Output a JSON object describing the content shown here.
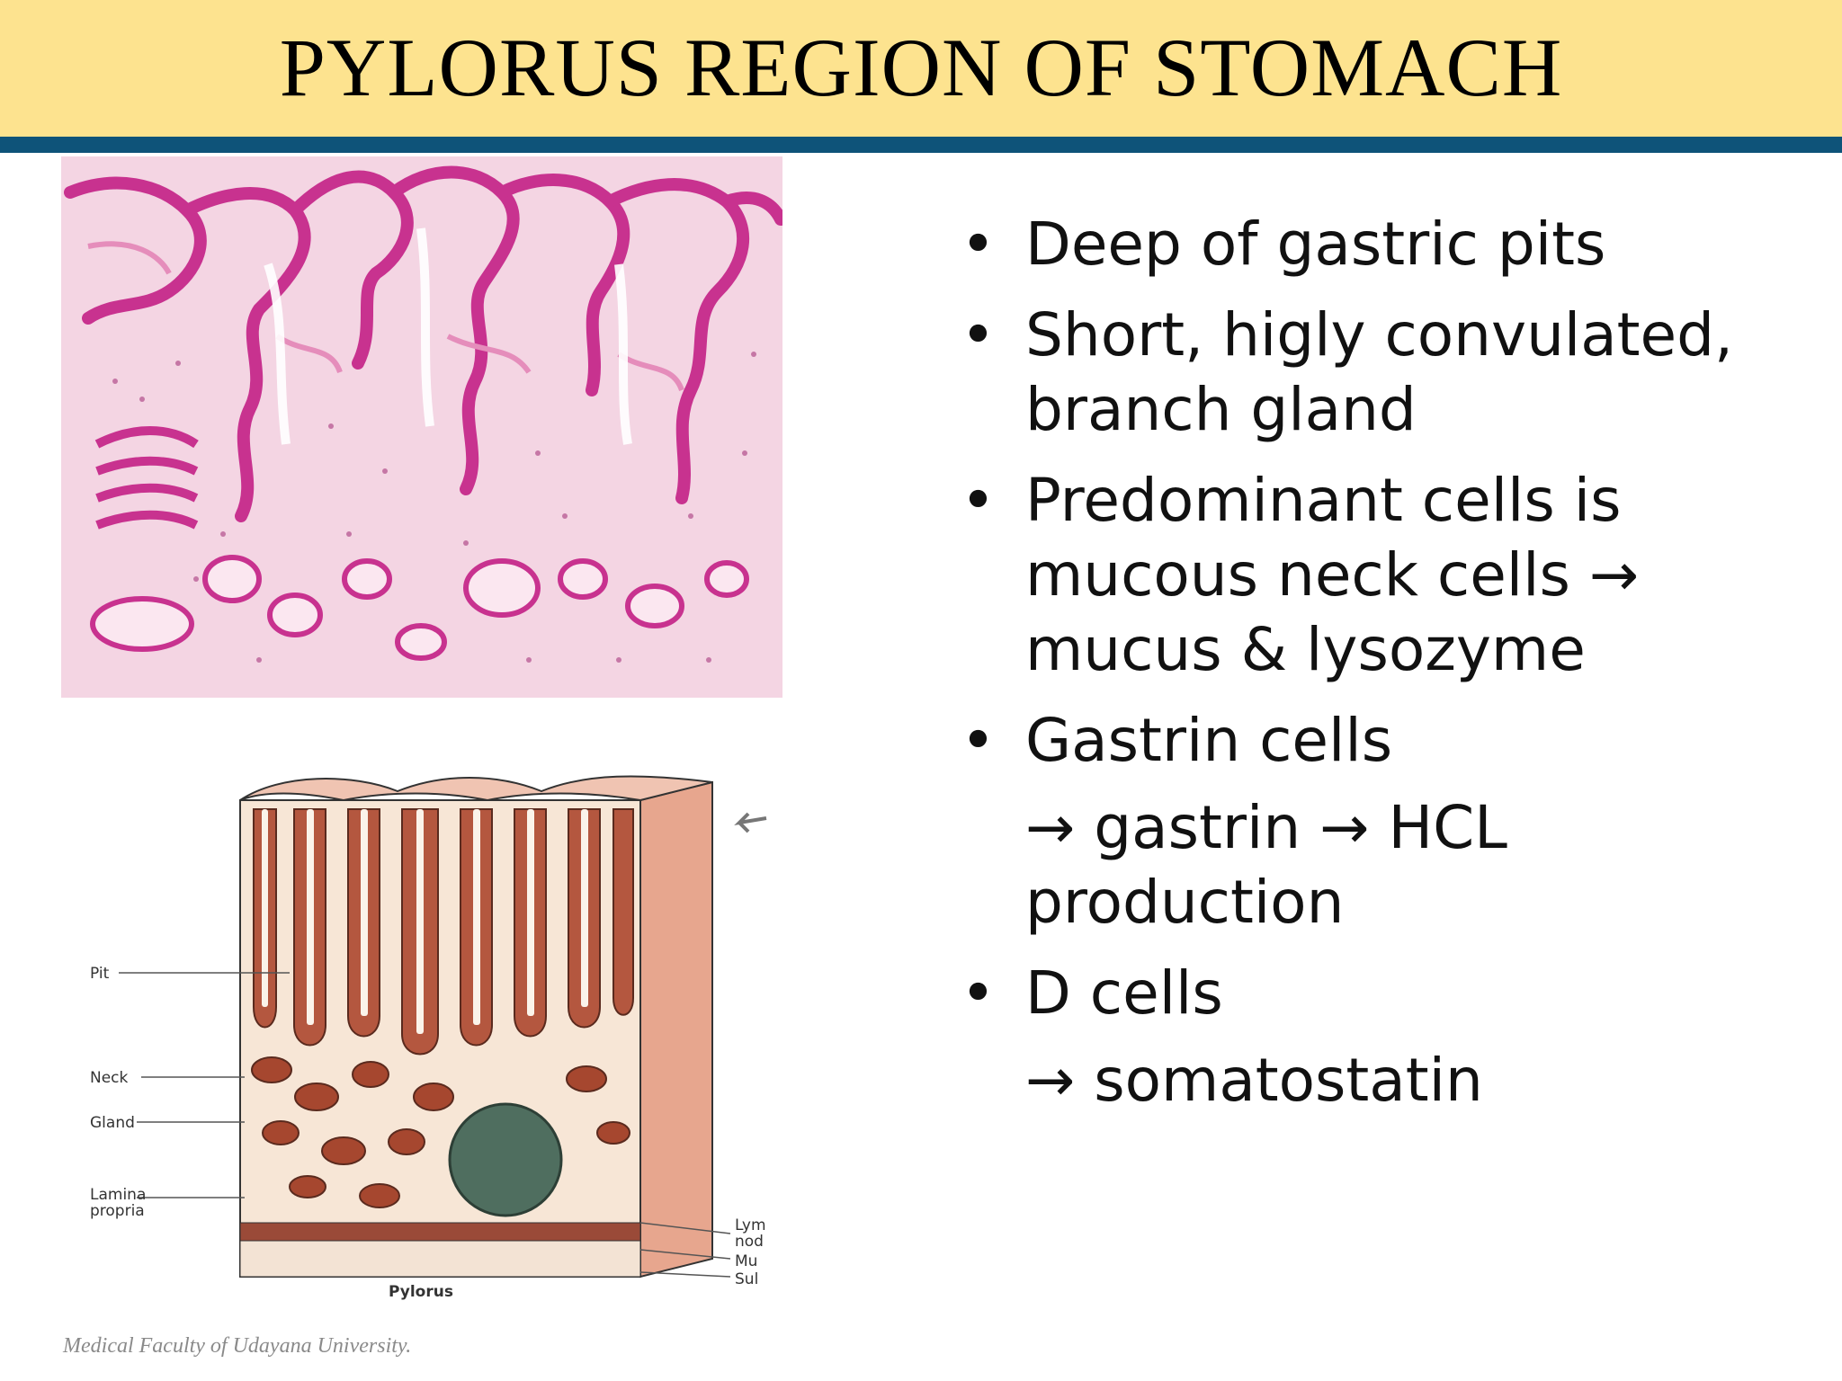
{
  "title": "PYLORUS REGION OF STOMACH",
  "bullets": [
    {
      "text": "Deep of gastric pits"
    },
    {
      "text": "Short, higly convulated, branch gland"
    },
    {
      "text": "Predominant cells is mucous neck cells → mucus & lysozyme"
    },
    {
      "text": "Gastrin cells"
    },
    {
      "text": "→ gastrin → HCL production",
      "sub": true
    },
    {
      "text": "D cells"
    },
    {
      "text": "→ somatostatin",
      "sub": true
    }
  ],
  "diagram": {
    "labels": {
      "pit": "Pit",
      "neck": "Neck",
      "gland": "Gland",
      "lamina_1": "Lamina",
      "lamina_2": "propria",
      "lym_1": "Lym",
      "lym_2": "nod",
      "mu": "Mu",
      "sub": "Sul",
      "pylorus": "Pylorus"
    }
  },
  "footer": "Medical Faculty of Udayana University.",
  "colors": {
    "title_bar": "#fde38f",
    "title_rule": "#0e5379",
    "stain_pink": "#c8328f",
    "diagram_tissue": "#b4573f"
  }
}
